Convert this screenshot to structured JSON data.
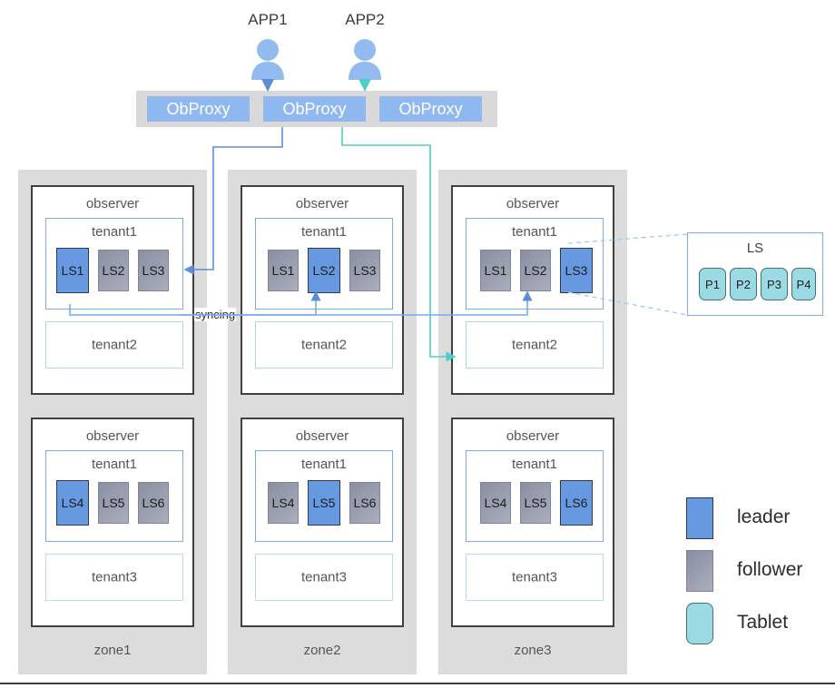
{
  "apps": [
    {
      "label": "APP1",
      "icon": "person-icon",
      "arrow_color": "#5b8dd9"
    },
    {
      "label": "APP2",
      "icon": "person-icon",
      "arrow_color": "#4ecdc4"
    }
  ],
  "proxies": [
    {
      "label": "ObProxy"
    },
    {
      "label": "ObProxy"
    },
    {
      "label": "ObProxy"
    }
  ],
  "zones": [
    {
      "label": "zone1",
      "observers": [
        {
          "title": "observer",
          "tenants": [
            {
              "name": "tenant1",
              "units": [
                {
                  "label": "LS1",
                  "role": "leader"
                },
                {
                  "label": "LS2",
                  "role": "follower"
                },
                {
                  "label": "LS3",
                  "role": "follower"
                }
              ]
            },
            {
              "name": "tenant2",
              "units": []
            }
          ]
        },
        {
          "title": "observer",
          "tenants": [
            {
              "name": "tenant1",
              "units": [
                {
                  "label": "LS4",
                  "role": "leader"
                },
                {
                  "label": "LS5",
                  "role": "follower"
                },
                {
                  "label": "LS6",
                  "role": "follower"
                }
              ]
            },
            {
              "name": "tenant3",
              "units": []
            }
          ]
        }
      ]
    },
    {
      "label": "zone2",
      "observers": [
        {
          "title": "observer",
          "tenants": [
            {
              "name": "tenant1",
              "units": [
                {
                  "label": "LS1",
                  "role": "follower"
                },
                {
                  "label": "LS2",
                  "role": "leader"
                },
                {
                  "label": "LS3",
                  "role": "follower"
                }
              ]
            },
            {
              "name": "tenant2",
              "units": []
            }
          ]
        },
        {
          "title": "observer",
          "tenants": [
            {
              "name": "tenant1",
              "units": [
                {
                  "label": "LS4",
                  "role": "follower"
                },
                {
                  "label": "LS5",
                  "role": "leader"
                },
                {
                  "label": "LS6",
                  "role": "follower"
                }
              ]
            },
            {
              "name": "tenant3",
              "units": []
            }
          ]
        }
      ]
    },
    {
      "label": "zone3",
      "observers": [
        {
          "title": "observer",
          "tenants": [
            {
              "name": "tenant1",
              "units": [
                {
                  "label": "LS1",
                  "role": "follower"
                },
                {
                  "label": "LS2",
                  "role": "follower"
                },
                {
                  "label": "LS3",
                  "role": "leader"
                }
              ]
            },
            {
              "name": "tenant2",
              "units": []
            }
          ]
        },
        {
          "title": "observer",
          "tenants": [
            {
              "name": "tenant1",
              "units": [
                {
                  "label": "LS4",
                  "role": "follower"
                },
                {
                  "label": "LS5",
                  "role": "follower"
                },
                {
                  "label": "LS6",
                  "role": "leader"
                }
              ]
            },
            {
              "name": "tenant3",
              "units": []
            }
          ]
        }
      ]
    }
  ],
  "ls_detail": {
    "title": "LS",
    "tablets": [
      {
        "label": "P1"
      },
      {
        "label": "P2"
      },
      {
        "label": "P3"
      },
      {
        "label": "P4"
      }
    ]
  },
  "annotations": {
    "syncing": "syncing"
  },
  "legend": [
    {
      "label": "leader",
      "swatch": "leader",
      "color": "#6699e0"
    },
    {
      "label": "follower",
      "swatch": "follower",
      "color": "#9096a8"
    },
    {
      "label": "Tablet",
      "swatch": "tablet",
      "color": "#9bd9e3"
    }
  ],
  "colors": {
    "leader": "#6699e0",
    "follower": "#9096a8",
    "tablet": "#9bd9e3",
    "proxy": "#8fb8ef",
    "zone_bg": "#dcdcdc",
    "app1_route": "#5b8dd9",
    "app2_route": "#4ecdc4",
    "tenant1_border": "#7aa9ee",
    "tenant2_border": "#a8dce8",
    "tenant3_border": "#bcd8f7"
  }
}
